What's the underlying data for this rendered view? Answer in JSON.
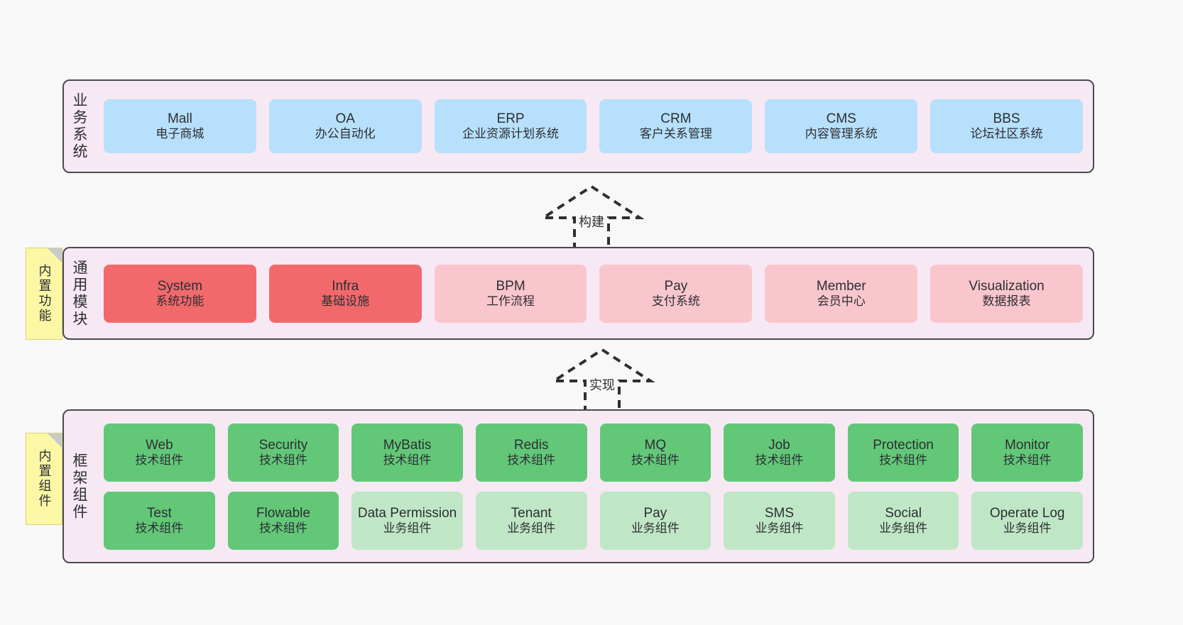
{
  "theme": {
    "background": "#f8f8f8",
    "layer_fill": "#f7e9f3",
    "layer_border": "#4a4a52",
    "blue": "#b6e0fb",
    "red": "#f2696c",
    "pink": "#fac6ce",
    "green": "#62c878",
    "green_light": "#bfe7c6",
    "sticky_yellow": "#fbf7a4",
    "text": "#2e2e33"
  },
  "layers": [
    {
      "id": "business-system",
      "title": "业务系统",
      "rows": [
        [
          {
            "en": "Mall",
            "cn": "电子商城",
            "color": "blue"
          },
          {
            "en": "OA",
            "cn": "办公自动化",
            "color": "blue"
          },
          {
            "en": "ERP",
            "cn": "企业资源计划系统",
            "color": "blue"
          },
          {
            "en": "CRM",
            "cn": "客户关系管理",
            "color": "blue"
          },
          {
            "en": "CMS",
            "cn": "内容管理系统",
            "color": "blue"
          },
          {
            "en": "BBS",
            "cn": "论坛社区系统",
            "color": "blue"
          }
        ]
      ]
    },
    {
      "id": "common-modules",
      "title": "通用模块",
      "sticky": "内置功能",
      "rows": [
        [
          {
            "en": "System",
            "cn": "系统功能",
            "color": "red"
          },
          {
            "en": "Infra",
            "cn": "基础设施",
            "color": "red"
          },
          {
            "en": "BPM",
            "cn": "工作流程",
            "color": "pink"
          },
          {
            "en": "Pay",
            "cn": "支付系统",
            "color": "pink"
          },
          {
            "en": "Member",
            "cn": "会员中心",
            "color": "pink"
          },
          {
            "en": "Visualization",
            "cn": "数据报表",
            "color": "pink"
          }
        ]
      ]
    },
    {
      "id": "framework-components",
      "title": "框架组件",
      "sticky": "内置组件",
      "rows": [
        [
          {
            "en": "Web",
            "cn": "技术组件",
            "color": "green"
          },
          {
            "en": "Security",
            "cn": "技术组件",
            "color": "green"
          },
          {
            "en": "MyBatis",
            "cn": "技术组件",
            "color": "green"
          },
          {
            "en": "Redis",
            "cn": "技术组件",
            "color": "green"
          },
          {
            "en": "MQ",
            "cn": "技术组件",
            "color": "green"
          },
          {
            "en": "Job",
            "cn": "技术组件",
            "color": "green"
          },
          {
            "en": "Protection",
            "cn": "技术组件",
            "color": "green"
          },
          {
            "en": "Monitor",
            "cn": "技术组件",
            "color": "green"
          }
        ],
        [
          {
            "en": "Test",
            "cn": "技术组件",
            "color": "green"
          },
          {
            "en": "Flowable",
            "cn": "技术组件",
            "color": "green"
          },
          {
            "en": "Data Permission",
            "cn": "业务组件",
            "color": "green-light"
          },
          {
            "en": "Tenant",
            "cn": "业务组件",
            "color": "green-light"
          },
          {
            "en": "Pay",
            "cn": "业务组件",
            "color": "green-light"
          },
          {
            "en": "SMS",
            "cn": "业务组件",
            "color": "green-light"
          },
          {
            "en": "Social",
            "cn": "业务组件",
            "color": "green-light"
          },
          {
            "en": "Operate Log",
            "cn": "业务组件",
            "color": "green-light"
          }
        ]
      ]
    }
  ],
  "connectors": [
    {
      "id": "build",
      "label": "构建"
    },
    {
      "id": "implement",
      "label": "实现"
    }
  ]
}
